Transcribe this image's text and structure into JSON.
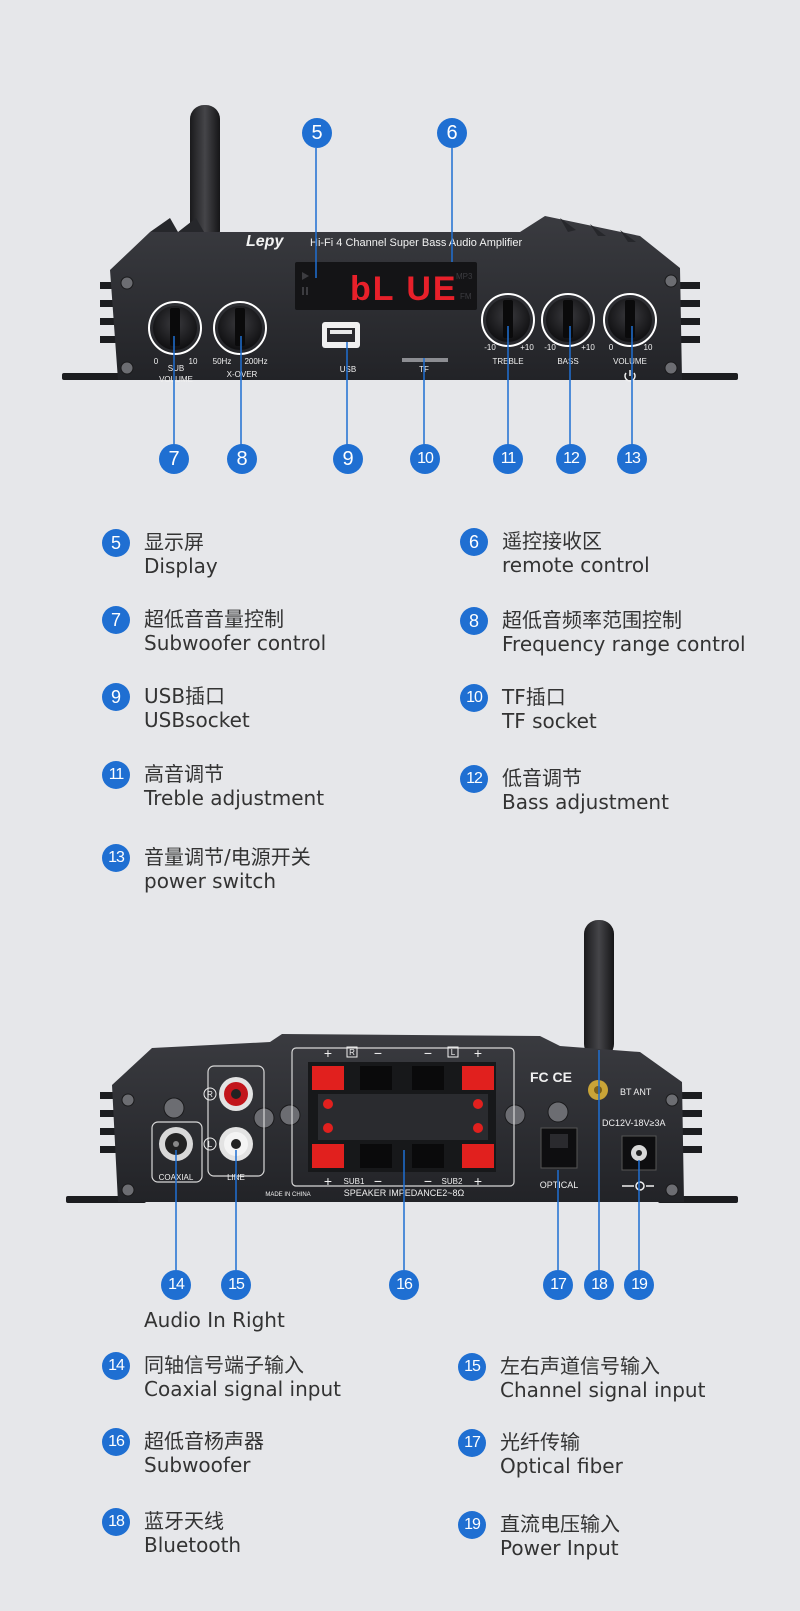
{
  "brand": "Lepy",
  "device_title": "Hi-Fi 4 Channel Super Bass Audio Amplifier",
  "display_text": "bL UE",
  "display_indicators": {
    "mp3": "MP3",
    "fm": "FM"
  },
  "front_labels": {
    "sub": "SUB",
    "volume_small": "VOLUME",
    "xover": "X-OVER",
    "sub_min": "0",
    "sub_max": "10",
    "xover_min": "50Hz",
    "xover_max": "200Hz",
    "usb": "USB",
    "tf": "TF",
    "treble": "TREBLE",
    "bass": "BASS",
    "volume": "VOLUME",
    "tone_min": "-10",
    "tone_max": "+10",
    "vol_min": "0",
    "vol_max": "10"
  },
  "rear_labels": {
    "r": "R",
    "l": "L",
    "coaxial": "COAXIAL",
    "line": "LINE",
    "plus": "+",
    "minus": "−",
    "sub1": "SUB1",
    "sub2": "SUB2",
    "impedance": "SPEAKER IMPEDANCE2~8Ω",
    "made_in": "MADE IN CHINA",
    "optical": "OPTICAL",
    "bt_ant": "BT ANT",
    "dc": "DC12V-18V≥3A",
    "cert": "FC CE"
  },
  "front_callouts": [
    "5",
    "6",
    "7",
    "8",
    "9",
    "10",
    "11",
    "12",
    "13"
  ],
  "rear_callouts": [
    "14",
    "15",
    "16",
    "17",
    "18",
    "19"
  ],
  "audio_in_note": "Audio In Right",
  "front_items": [
    {
      "num": "5",
      "cn": "显示屏",
      "en": "Display"
    },
    {
      "num": "6",
      "cn": "遥控接收区",
      "en": "remote control"
    },
    {
      "num": "7",
      "cn": "超低音音量控制",
      "en": "Subwoofer control"
    },
    {
      "num": "8",
      "cn": "超低音频率范围控制",
      "en": "Frequency range control"
    },
    {
      "num": "9",
      "cn": "USB插口",
      "en": "USBsocket"
    },
    {
      "num": "10",
      "cn": "TF插口",
      "en": "TF socket"
    },
    {
      "num": "11",
      "cn": "高音调节",
      "en": "Treble adjustment"
    },
    {
      "num": "12",
      "cn": "低音调节",
      "en": "Bass adjustment"
    },
    {
      "num": "13",
      "cn": "音量调节/电源开关",
      "en": "power switch"
    }
  ],
  "rear_items": [
    {
      "num": "14",
      "cn": "同轴信号端子输入",
      "en": "Coaxial signal input"
    },
    {
      "num": "15",
      "cn": "左右声道信号输入",
      "en": "Channel signal input"
    },
    {
      "num": "16",
      "cn": "超低音杨声器",
      "en": "Subwoofer"
    },
    {
      "num": "17",
      "cn": "光纤传输",
      "en": "Optical fiber"
    },
    {
      "num": "18",
      "cn": "蓝牙天线",
      "en": "Bluetooth"
    },
    {
      "num": "19",
      "cn": "直流电压输入",
      "en": "Power Input"
    }
  ],
  "colors": {
    "accent": "#1f6fd2",
    "panel": "#2c2d31",
    "display_red": "#e8202a",
    "speaker_red": "#e1201e"
  }
}
